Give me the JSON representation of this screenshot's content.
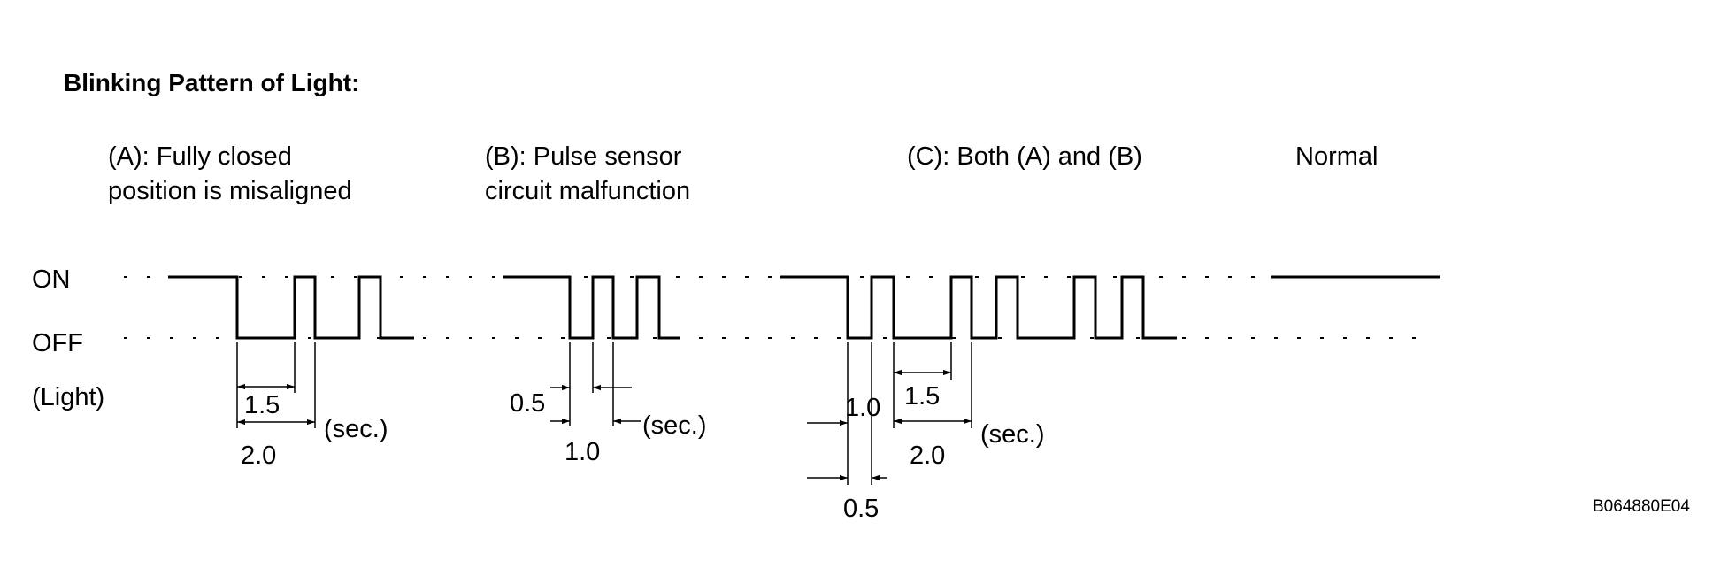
{
  "title": "Blinking Pattern of Light:",
  "levels": {
    "on": "ON",
    "off": "OFF",
    "light": "(Light)"
  },
  "unit": "(sec.)",
  "patterns": {
    "a": {
      "line1": "(A): Fully closed",
      "line2": "position is misaligned",
      "dims": {
        "short": "1.5",
        "long": "2.0"
      }
    },
    "b": {
      "line1": "(B): Pulse sensor",
      "line2": "circuit malfunction",
      "dims": {
        "short": "0.5",
        "long": "1.0"
      }
    },
    "c": {
      "line1": "(C): Both (A) and (B)",
      "dims": {
        "on_short": "1.0",
        "off_short": "0.5",
        "on_long": "1.5",
        "off_long": "2.0"
      }
    },
    "normal": {
      "line1": "Normal"
    }
  },
  "figure_code": "B064880E04"
}
